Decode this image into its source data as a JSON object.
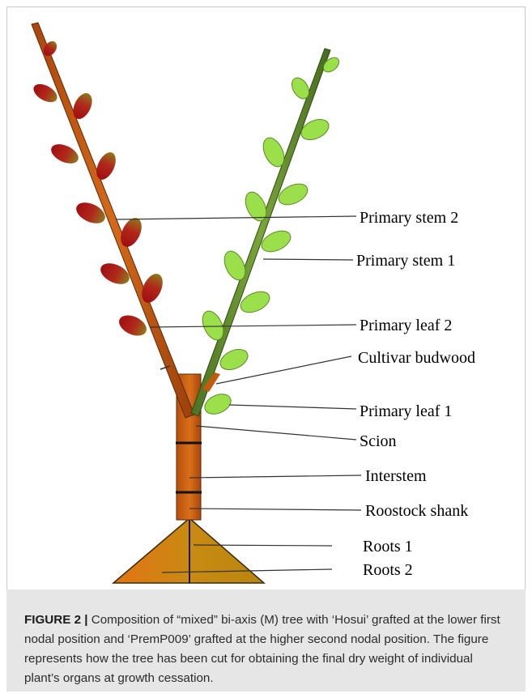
{
  "figure": {
    "labels": [
      {
        "id": "primary-stem-2",
        "text": "Primary stem 2"
      },
      {
        "id": "primary-stem-1",
        "text": "Primary stem 1"
      },
      {
        "id": "primary-leaf-2",
        "text": "Primary leaf 2"
      },
      {
        "id": "cultivar-budwood",
        "text": "Cultivar budwood"
      },
      {
        "id": "primary-leaf-1",
        "text": "Primary leaf 1"
      },
      {
        "id": "scion",
        "text": "Scion"
      },
      {
        "id": "interstem",
        "text": "Interstem"
      },
      {
        "id": "rootstock-shank",
        "text": "Roostock shank"
      },
      {
        "id": "roots-1",
        "text": "Roots 1"
      },
      {
        "id": "roots-2",
        "text": "Roots 2"
      }
    ],
    "colors": {
      "stem_brown": "#c35a0e",
      "stem_green": "#5f8a2c",
      "leaf_green": "#9be04a",
      "leaf_red": "#a51616",
      "roots": "#c98412"
    }
  },
  "caption": {
    "title": "FIGURE 2 |",
    "text": " Composition of “mixed” bi-axis (M) tree with ‘Hosui’ grafted at the lower first nodal position and ‘PremP009’ grafted at the higher second nodal position. The figure represents how the tree has been cut for obtaining the final dry weight of individual plant’s organs at growth cessation."
  }
}
